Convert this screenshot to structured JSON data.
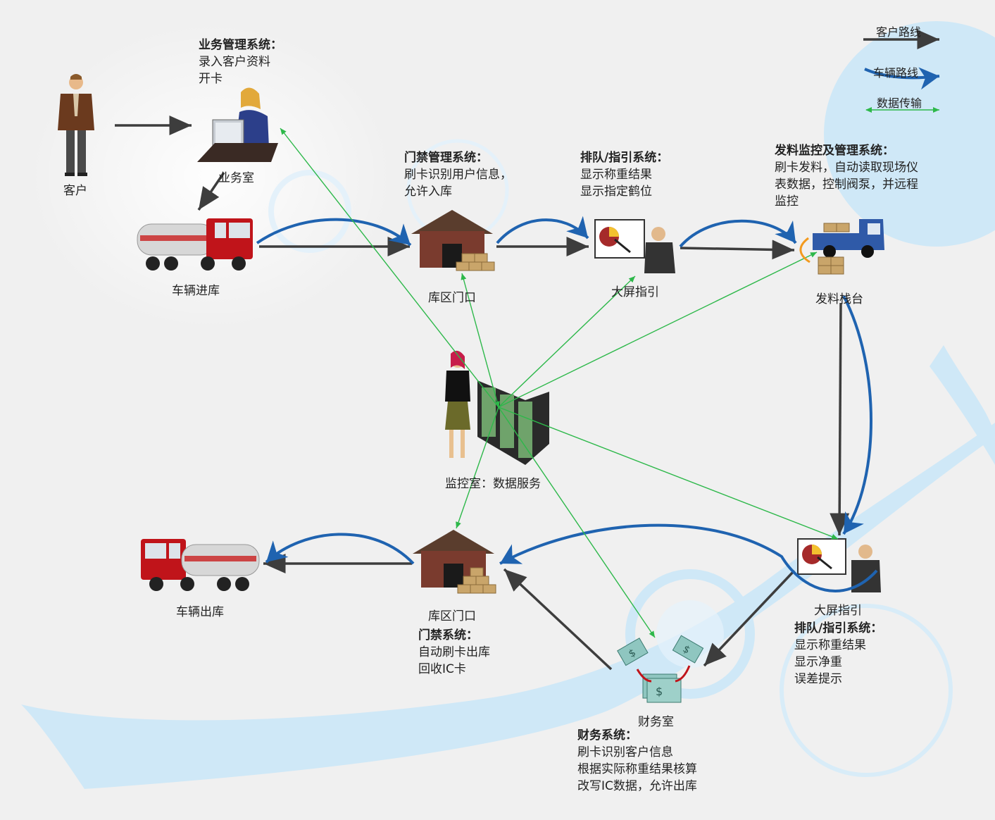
{
  "legend": {
    "customer_route": "客户路线",
    "vehicle_route": "车辆路线",
    "data_transfer": "数据传输"
  },
  "nodes": {
    "customer": "客户",
    "business_room": "业务室",
    "vehicle_in": "车辆进库",
    "gate_in": "库区门口",
    "screen_1": "大屏指引",
    "loading_platform": "发料栈台",
    "monitor_room": "监控室：数据服务",
    "screen_2": "大屏指引",
    "gate_out": "库区门口",
    "vehicle_out": "车辆出库",
    "finance_room": "财务室"
  },
  "notes": {
    "business_system": {
      "title": "业务管理系统：",
      "lines": [
        "录入客户资料",
        "开卡"
      ]
    },
    "access_system": {
      "title": "门禁管理系统：",
      "lines": [
        "刷卡识别用户信息，",
        "允许入库"
      ]
    },
    "queue_system_1": {
      "title": "排队/指引系统：",
      "lines": [
        "显示称重结果",
        "显示指定鹤位"
      ]
    },
    "dispatch_system": {
      "title": "发料监控及管理系统：",
      "lines": [
        "刷卡发料，自动读取现场仪",
        "表数据，控制阀泵，并远程",
        "监控"
      ]
    },
    "queue_system_2": {
      "title": "排队/指引系统：",
      "lines": [
        "显示称重结果",
        "显示净重",
        "误差提示"
      ]
    },
    "gate_system": {
      "title": "门禁系统：",
      "lines": [
        "自动刷卡出库",
        "回收IC卡"
      ]
    },
    "finance_system": {
      "title": "财务系统：",
      "lines": [
        "刷卡识别客户信息",
        "根据实际称重结果核算",
        "改写IC数据，允许出库"
      ]
    }
  },
  "colors": {
    "customer_route": "#3d3d3d",
    "vehicle_route": "#1f63b0",
    "data_transfer": "#2db84a",
    "deco": "#cfe8f7"
  }
}
